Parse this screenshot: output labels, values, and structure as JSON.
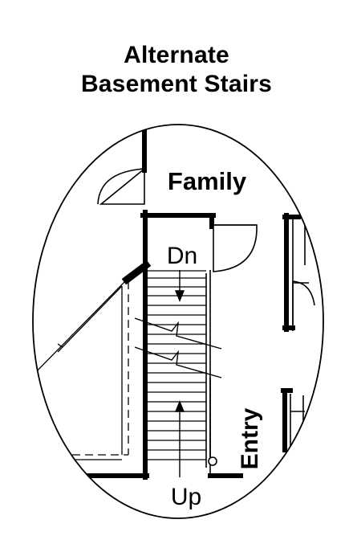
{
  "title": {
    "line1": "Alternate",
    "line2": "Basement Stairs"
  },
  "labels": {
    "family": "Family",
    "dn": "Dn",
    "up": "Up",
    "entry": "Entry"
  },
  "colors": {
    "ink": "#000000",
    "paper": "#ffffff"
  }
}
